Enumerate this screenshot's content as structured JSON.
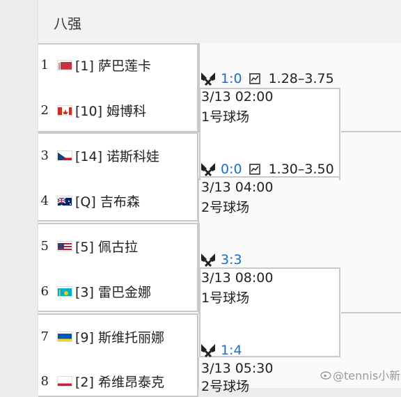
{
  "section": {
    "title": "八强"
  },
  "players": [
    {
      "seed_num": "1",
      "name": "[1] 萨巴莲卡",
      "flag": "belarus"
    },
    {
      "seed_num": "2",
      "name": "[10] 姆博科",
      "flag": "canada"
    },
    {
      "seed_num": "3",
      "name": "[14] 诺斯科娃",
      "flag": "czech"
    },
    {
      "seed_num": "4",
      "name": "[Q] 吉布森",
      "flag": "australia"
    },
    {
      "seed_num": "5",
      "name": "[5] 佩古拉",
      "flag": "usa"
    },
    {
      "seed_num": "6",
      "name": "[3] 雷巴金娜",
      "flag": "kazakhstan"
    },
    {
      "seed_num": "7",
      "name": "[9] 斯维托丽娜",
      "flag": "ukraine"
    },
    {
      "seed_num": "8",
      "name": "[2] 希维昂泰克",
      "flag": "poland"
    }
  ],
  "matches": [
    {
      "h2h": "1:0",
      "odds": "1.28–3.75",
      "time": "3/13 02:00",
      "court": "1号球场"
    },
    {
      "h2h": "0:0",
      "odds": "1.30–3.50",
      "time": "3/13 04:00",
      "court": "2号球场"
    },
    {
      "h2h": "3:3",
      "odds": "",
      "time": "3/13 08:00",
      "court": "1号球场"
    },
    {
      "h2h": "1:4",
      "odds": "",
      "time": "3/13 05:30",
      "court": "2号球场"
    }
  ],
  "watermark": {
    "text": "@tennis小新"
  },
  "colors": {
    "h2h": "#1e6bc7",
    "line": "#c9c9c9"
  }
}
